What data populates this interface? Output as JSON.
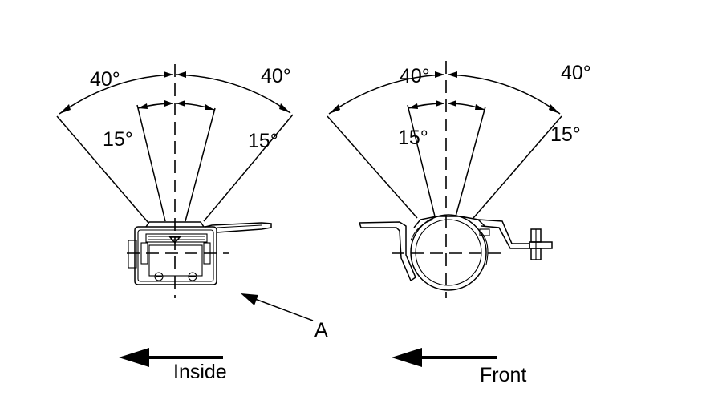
{
  "left_figure": {
    "angle_outer_left": "40°",
    "angle_outer_right": "40°",
    "angle_inner_left": "15°",
    "angle_inner_right": "15°",
    "direction_label": "Inside"
  },
  "right_figure": {
    "angle_outer_left": "40°",
    "angle_outer_right": "40°",
    "angle_inner_left": "15°",
    "angle_inner_right": "15°",
    "direction_label": "Front"
  },
  "callout_label": "A",
  "colors": {
    "ink": "#000000",
    "background": "#ffffff"
  }
}
